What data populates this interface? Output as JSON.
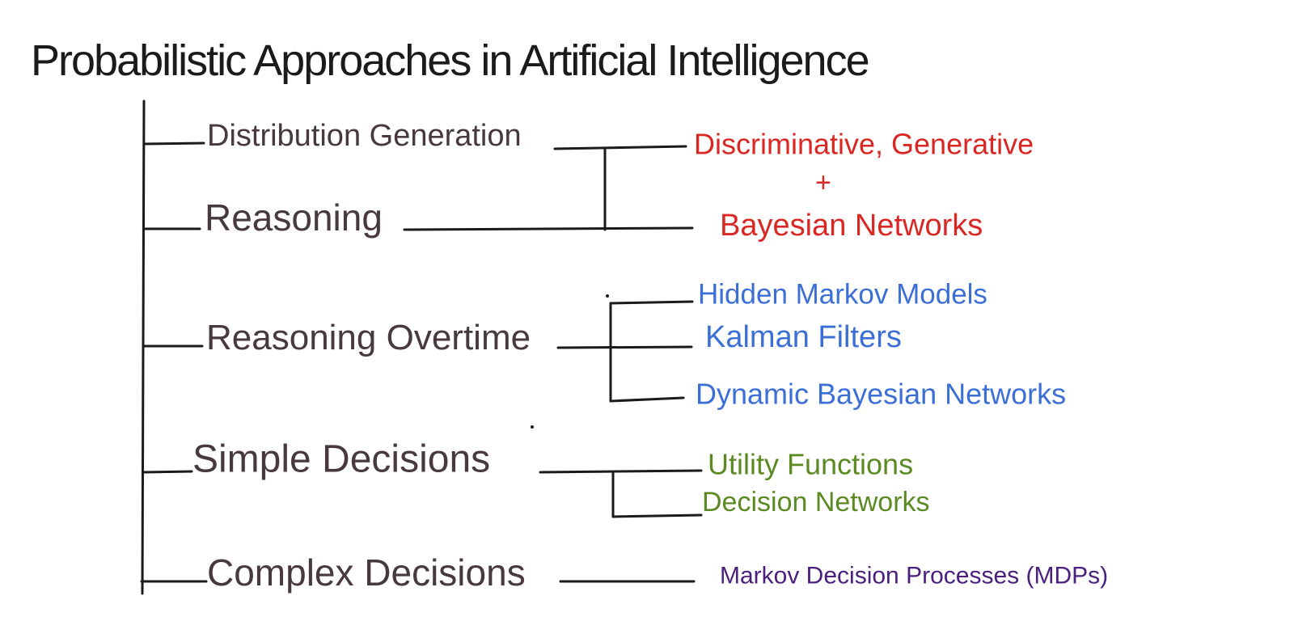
{
  "title": "Probabilistic Approaches in Artificial Intelligence",
  "colors": {
    "ink": "#1b1b1b",
    "branch": "#47393d",
    "red": "#d92723",
    "blue": "#3c6fd6",
    "green": "#5b8a22",
    "purple": "#4a1f7e"
  },
  "branches": [
    {
      "label": "Distribution Generation"
    },
    {
      "label": "Reasoning"
    },
    {
      "label": "Reasoning Overtime"
    },
    {
      "label": "Simple Decisions"
    },
    {
      "label": "Complex Decisions"
    }
  ],
  "leaves": {
    "generation_reasoning": {
      "line1": "Discriminative, Generative",
      "operator": "+",
      "line2": "Bayesian Networks"
    },
    "reasoning_overtime": [
      "Hidden Markov Models",
      "Kalman Filters",
      "Dynamic Bayesian Networks"
    ],
    "simple_decisions": [
      "Utility Functions",
      "Decision Networks"
    ],
    "complex_decisions": [
      "Markov Decision Processes (MDPs)"
    ]
  }
}
